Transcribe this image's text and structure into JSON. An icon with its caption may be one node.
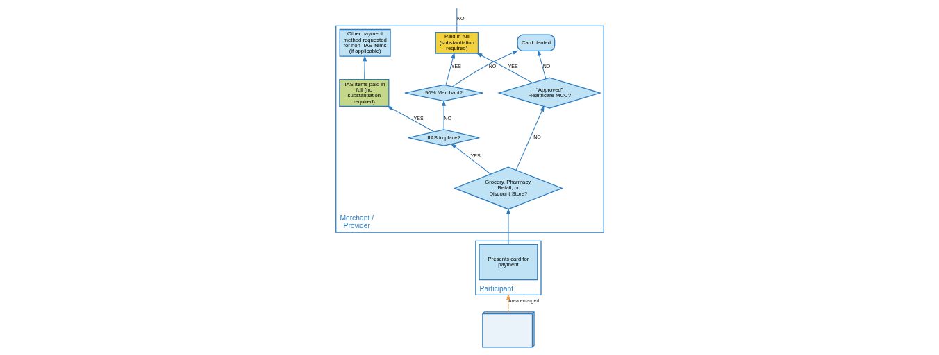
{
  "diagram": {
    "nodes": [
      {
        "text": [
          "Merchant / Provider"
        ]
      },
      {
        "text": [
          "Card denied"
        ],
        "in": 0
      },
      {
        "text": [
          "“Approved” Healthcare MCC?"
        ],
        "in": 0
      },
      {
        "text": [
          "Paid in full (substantiation required)"
        ],
        "in": 0
      },
      {
        "text": [
          "90% Merchant?"
        ],
        "in": 0
      },
      {
        "text": [
          "Other payment method requested for non-IIAS items (if applicable)"
        ],
        "in": 0
      },
      {
        "text": [
          "Grocery, Pharmacy, Retail, or Discount Store?"
        ],
        "in": 0
      },
      {
        "text": [
          "IIAS in place?"
        ],
        "in": 0
      },
      {
        "text": [
          "IIAS items paid in full (no substantiation required)"
        ],
        "in": 0
      },
      {
        "text": [
          "Participant"
        ]
      },
      {
        "text": [
          "Presents card for payment"
        ],
        "in": 9
      },
      {
        "text": [],
        "shape": "picture"
      }
    ],
    "edges": [
      {
        "from": 3,
        "to": null,
        "label": "NO",
        "arrow": "none"
      },
      {
        "from": 2,
        "to": 1,
        "label": "NO",
        "arrow": "to"
      },
      {
        "from": 4,
        "to": 1,
        "label": "NO",
        "arrow": "to"
      },
      {
        "from": 2,
        "to": 3,
        "label": "YES",
        "arrow": "to"
      },
      {
        "from": 4,
        "to": 3,
        "label": "YES",
        "arrow": "to"
      },
      {
        "from": 6,
        "to": 2,
        "label": "NO",
        "arrow": "to"
      },
      {
        "from": 7,
        "to": 4,
        "label": "NO",
        "arrow": "to"
      },
      {
        "from": 6,
        "to": 7,
        "label": "YES",
        "arrow": "to"
      },
      {
        "from": 7,
        "to": 8,
        "label": "YES",
        "arrow": "to"
      },
      {
        "from": 8,
        "to": 5,
        "arrow": "to"
      },
      {
        "from": 10,
        "to": 6,
        "arrow": "to"
      },
      {
        "from": 11,
        "to": 9,
        "label": "Area enlarged",
        "arrow": "to",
        "style": "dashed",
        "color": "#f39a4a"
      }
    ]
  }
}
